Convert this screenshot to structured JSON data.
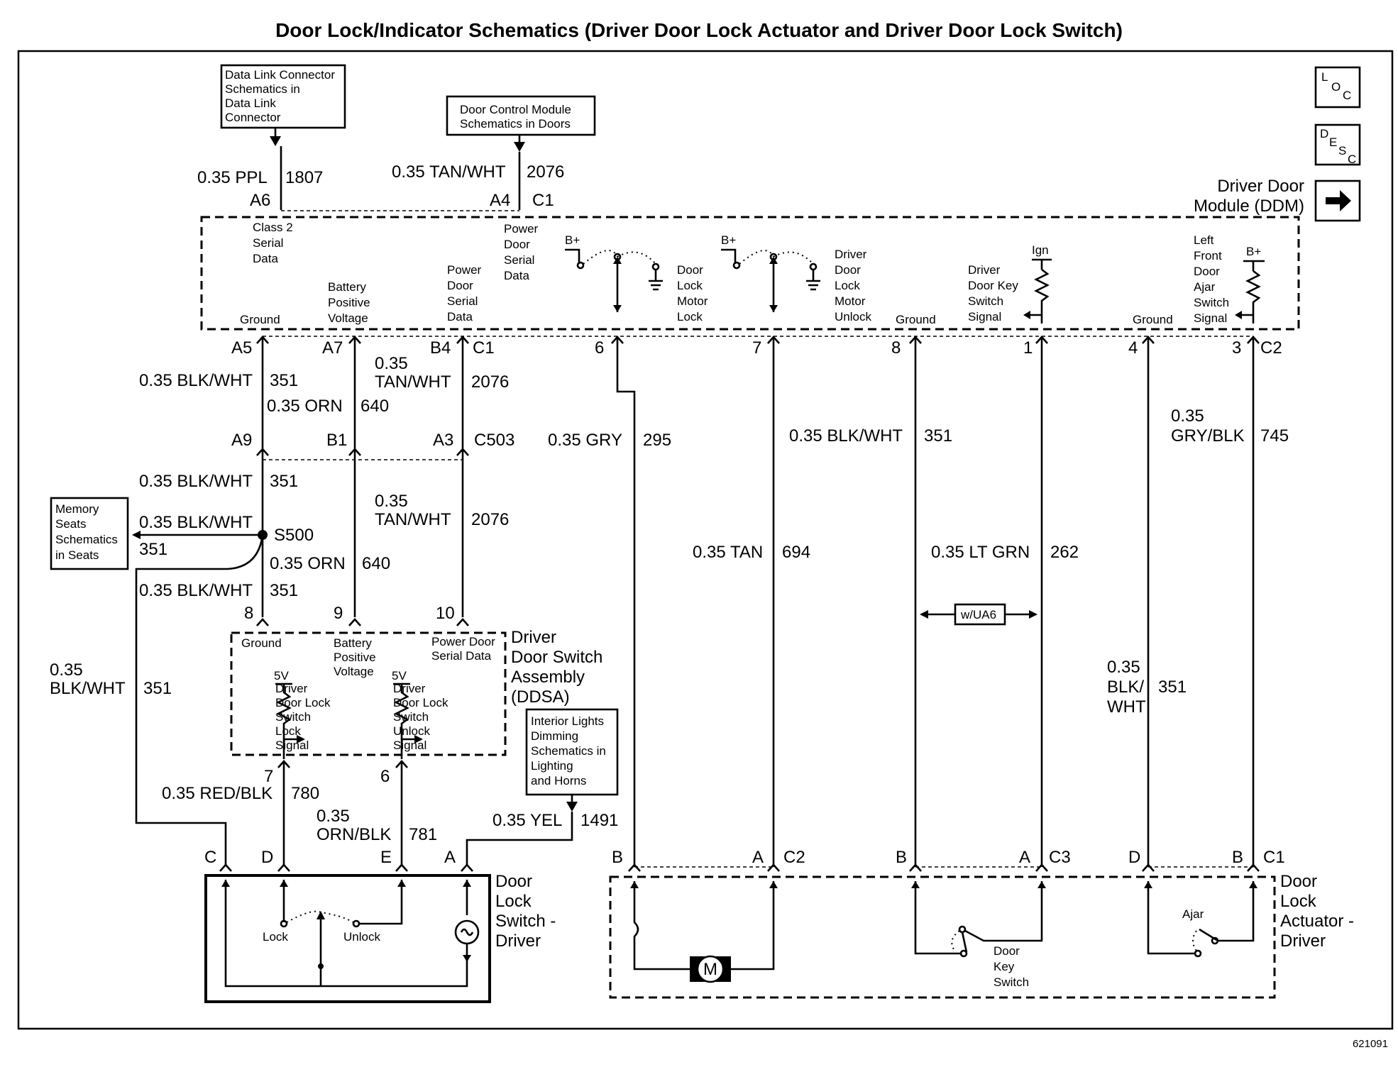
{
  "title": "Door Lock/Indicator Schematics (Driver Door Lock Actuator and Driver Door Lock Switch)",
  "figure_id": "621091",
  "side_icons": {
    "loc": "LOC",
    "desc": "DESC",
    "next": "right-arrow-icon"
  },
  "refs": {
    "dlc": [
      "Data Link Connector",
      "Schematics in",
      "Data Link",
      "Connector"
    ],
    "dcm": [
      "Door Control Module",
      "Schematics in Doors"
    ],
    "memory": [
      "Memory",
      "Seats",
      "Schematics",
      "in Seats"
    ],
    "interior": [
      "Interior Lights",
      "Dimming",
      "Schematics in",
      "Lighting",
      "and Horns"
    ]
  },
  "ddm": {
    "name": [
      "Driver Door",
      "Module (DDM)"
    ],
    "labels": {
      "class2": [
        "Class 2",
        "Serial",
        "Data"
      ],
      "psd_top": [
        "Power",
        "Door",
        "Serial",
        "Data"
      ],
      "ground": "Ground",
      "battery": [
        "Battery",
        "Positive",
        "Voltage"
      ],
      "psd_bottom": [
        "Power",
        "Door",
        "Serial",
        "Data"
      ],
      "lock_motor": [
        "Door",
        "Lock",
        "Motor",
        "Lock"
      ],
      "unlock_motor": [
        "Driver",
        "Door",
        "Lock",
        "Motor",
        "Unlock"
      ],
      "key_switch": [
        "Driver",
        "Door Key",
        "Switch",
        "Signal"
      ],
      "ajar": [
        "Left",
        "Front",
        "Door",
        "Ajar",
        "Switch",
        "Signal"
      ],
      "bplus": "B+",
      "ign": "Ign"
    }
  },
  "top_pins": {
    "a6": "A6",
    "a4": "A4",
    "c1": "C1"
  },
  "top_wires": {
    "w1807_color": "0.35 PPL",
    "w1807_circuit": "1807",
    "w2076_color": "0.35 TAN/WHT",
    "w2076_circuit": "2076"
  },
  "ddm_bottom_pins": {
    "a5": "A5",
    "a7": "A7",
    "b4": "B4",
    "c1": "C1",
    "p6": "6",
    "p7": "7",
    "p8": "8",
    "p1": "1",
    "p4": "4",
    "p3": "3",
    "c2": "C2"
  },
  "wires": {
    "blkwht": "0.35 BLK/WHT",
    "c351": "351",
    "orn": "0.35 ORN",
    "c640": "640",
    "tanwht_a": "0.35",
    "tanwht_b": "TAN/WHT",
    "c2076": "2076",
    "gry": "0.35 GRY",
    "c295": "295",
    "tan": "0.35 TAN",
    "c694": "694",
    "ltgrn": "0.35 LT GRN",
    "c262": "262",
    "grybk_a": "0.35",
    "grybk_b": "GRY/BLK",
    "c745": "745",
    "blkwht_split_a": "0.35",
    "blkwht_split_b": "BLK/",
    "blkwht_split_c": "WHT",
    "blkwht_left_a": "0.35",
    "blkwht_left_b": "BLK/WHT",
    "redblk": "0.35 RED/BLK",
    "c780": "780",
    "ornblk_a": "0.35",
    "ornblk_b": "ORN/BLK",
    "c781": "781",
    "yel": "0.35 YEL",
    "c1491": "1491",
    "option": "w/UA6"
  },
  "c503_pins": {
    "a9": "A9",
    "b1": "B1",
    "a3": "A3",
    "c503": "C503"
  },
  "splice": "S500",
  "ddsa": {
    "name": [
      "Driver",
      "Door Switch",
      "Assembly",
      "(DDSA)"
    ],
    "pins": {
      "p8": "8",
      "p9": "9",
      "p10": "10",
      "p7": "7",
      "p6": "6"
    },
    "labels": {
      "ground": "Ground",
      "battery": [
        "Battery",
        "Positive",
        "Voltage"
      ],
      "psd": [
        "Power Door",
        "Serial Data"
      ],
      "lock": [
        "Driver",
        "Door Lock",
        "Switch",
        "Lock",
        "Signal"
      ],
      "unlock": [
        "Driver",
        "Door Lock",
        "Switch",
        "Unlock",
        "Signal"
      ],
      "v5": "5V"
    }
  },
  "lock_switch": {
    "name": [
      "Door",
      "Lock",
      "Switch -",
      "Driver"
    ],
    "pins": {
      "c": "C",
      "d": "D",
      "e": "E",
      "a": "A"
    },
    "lock": "Lock",
    "unlock": "Unlock"
  },
  "actuator": {
    "name": [
      "Door",
      "Lock",
      "Actuator -",
      "Driver"
    ],
    "pins": {
      "b1": "B",
      "a1": "A",
      "c2": "C2",
      "b2": "B",
      "a2": "A",
      "c3": "C3",
      "d": "D",
      "b3": "B",
      "c1": "C1"
    },
    "motor": "M",
    "key": [
      "Door",
      "Key",
      "Switch"
    ],
    "ajar": "Ajar"
  }
}
